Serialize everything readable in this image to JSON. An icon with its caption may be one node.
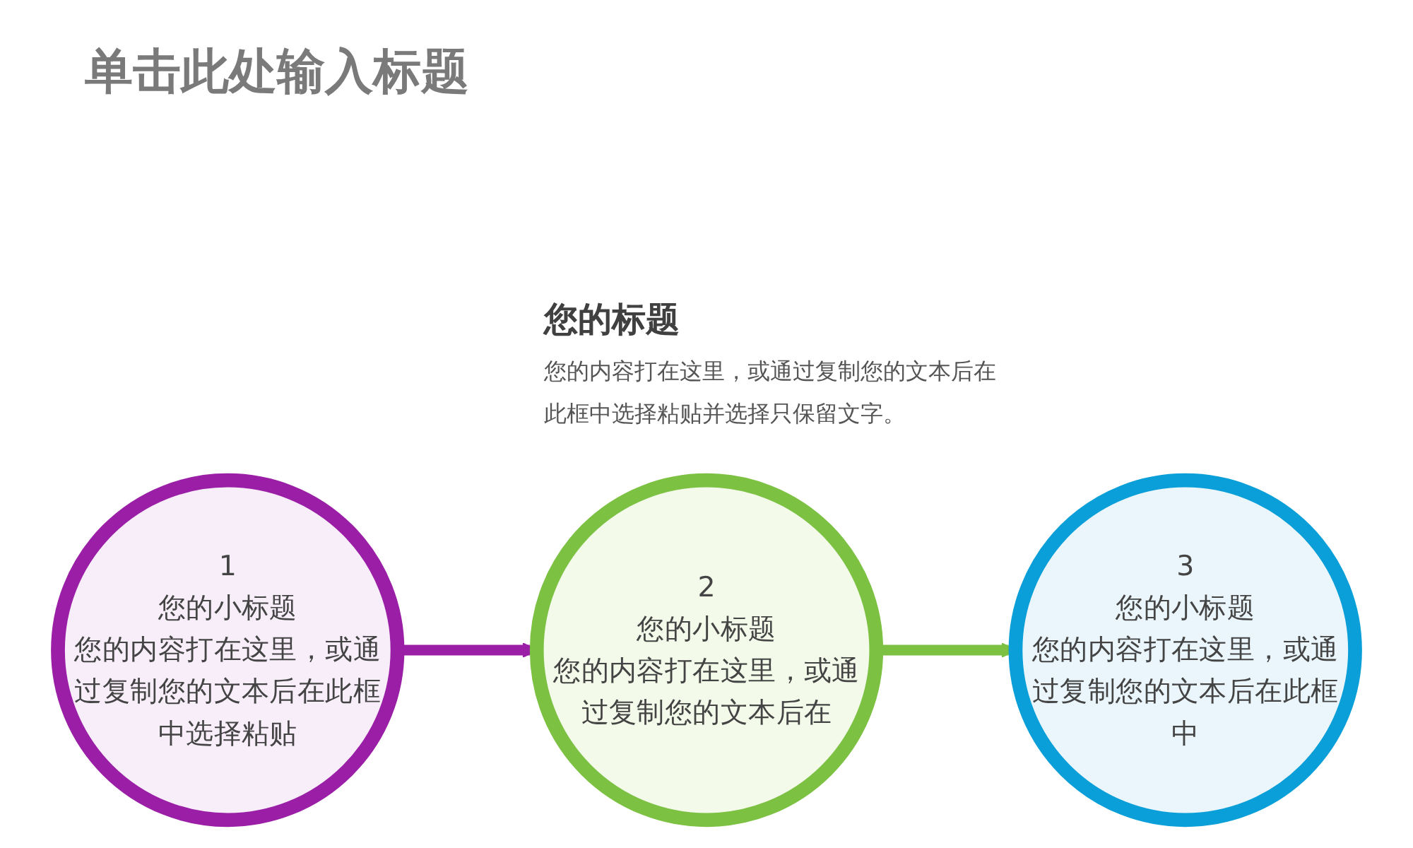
{
  "diagram": {
    "title": "单击此处输入标题",
    "nodes": [
      {
        "text": [
          "1",
          "您的小标题",
          "您的内容打在这里，或通过复制您的文本后在此框中选择粘贴"
        ]
      },
      {
        "text": [
          "2",
          "您的小标题",
          "您的内容打在这里，或通过复制您的文本后在"
        ]
      },
      {
        "text": [
          "3",
          "您的小标题",
          "您的内容打在这里，或通过复制您的文本后在此框中"
        ]
      }
    ],
    "edges": [
      {
        "from": 0,
        "to": 1,
        "arrow": "to",
        "color": "#9b1fa6"
      },
      {
        "from": 1,
        "to": 2,
        "arrow": "to",
        "color": "#7cc142"
      }
    ],
    "labels": [
      "您的标题",
      "您的内容打在这里，或通过复制您的文本后在此框中选择粘贴并选择只保留文字。"
    ]
  }
}
